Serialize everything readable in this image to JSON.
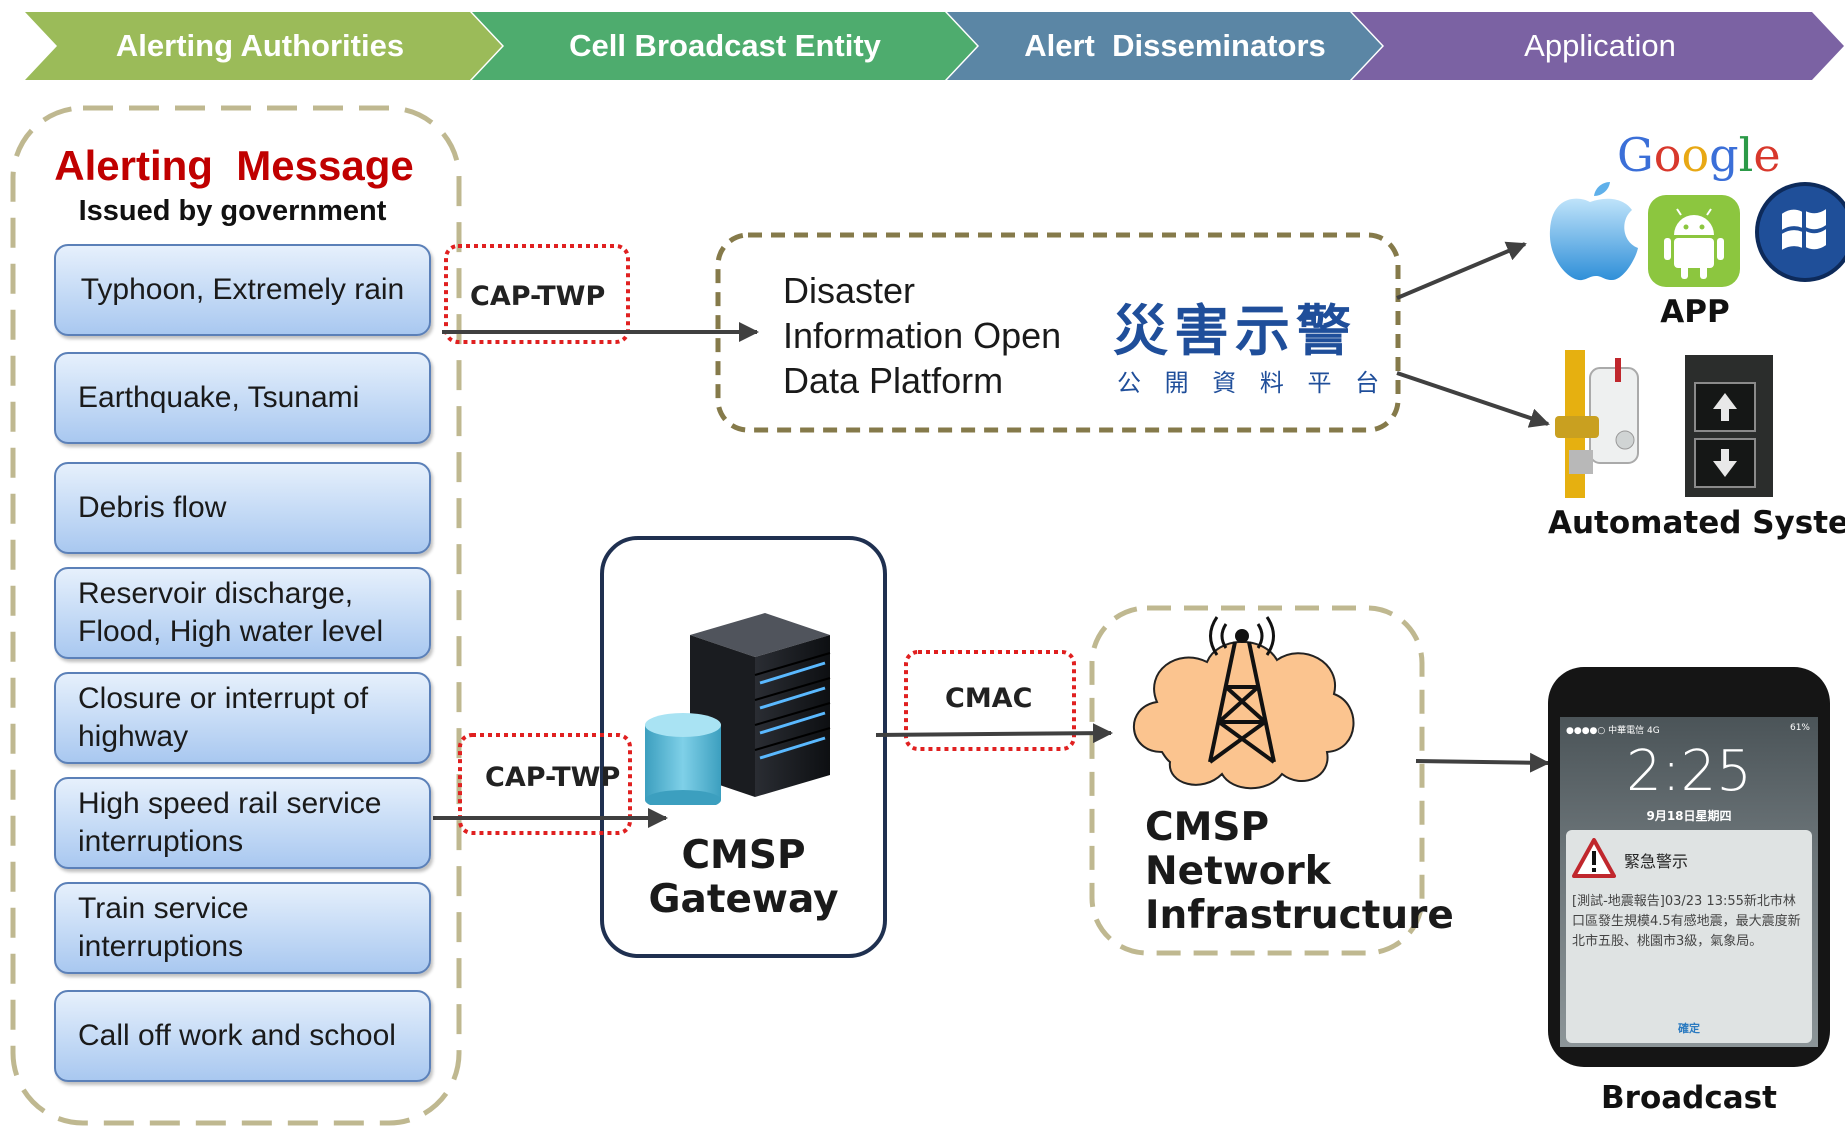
{
  "header": {
    "stages": [
      {
        "label": "Alerting Authorities",
        "color": "#9bbb59"
      },
      {
        "label": "Cell Broadcast Entity",
        "color": "#4eac6e"
      },
      {
        "label": "Alert  Disseminators",
        "color": "#5b86a5"
      },
      {
        "label": "Application",
        "color": "#7b62a3"
      }
    ]
  },
  "alerting_message": {
    "title": "Alerting  Message",
    "subtitle": "Issued by government",
    "items": [
      "Typhoon, Extremely rain",
      "Earthquake, Tsunami",
      "Debris flow",
      "Reservoir discharge, Flood, High water level",
      "Closure or interrupt of highway",
      "High speed rail service interruptions",
      "Train service interruptions",
      "Call off work and school"
    ]
  },
  "protocols": {
    "cap_twp_top": "CAP-TWP",
    "cap_twp_bottom": "CAP-TWP",
    "cmac": "CMAC"
  },
  "open_data_platform": {
    "text": "Disaster Information Open Data Platform",
    "logo_main": "災害示警",
    "logo_sub": "公 開 資 料 平 台"
  },
  "cmsp_gateway": {
    "label": "CMSP Gateway"
  },
  "cmsp_network": {
    "label": "CMSP Network Infrastructure"
  },
  "applications": {
    "app_label": "APP",
    "google_word": "Google",
    "automated_label": "Automated System",
    "broadcast_label": "Broadcast"
  },
  "phone": {
    "carrier": "●●●●○ 中華電信  4G",
    "battery": "61%",
    "time": "2:25",
    "date": "9月18日星期四",
    "alert_title": "緊急警示",
    "alert_body": "[測試-地震報告]03/23 13:55新北市林口區發生規模4.5有感地震，最大震度新北市五股、桃園市3級，氣象局。",
    "confirm": "確定"
  },
  "colors": {
    "title_red": "#c00000",
    "dash_tan": "#bfb890",
    "dash_olive": "#857a4a",
    "red_dot": "#e02020",
    "gateway_border": "#1f3050",
    "cloud_fill": "#fbc48f"
  }
}
